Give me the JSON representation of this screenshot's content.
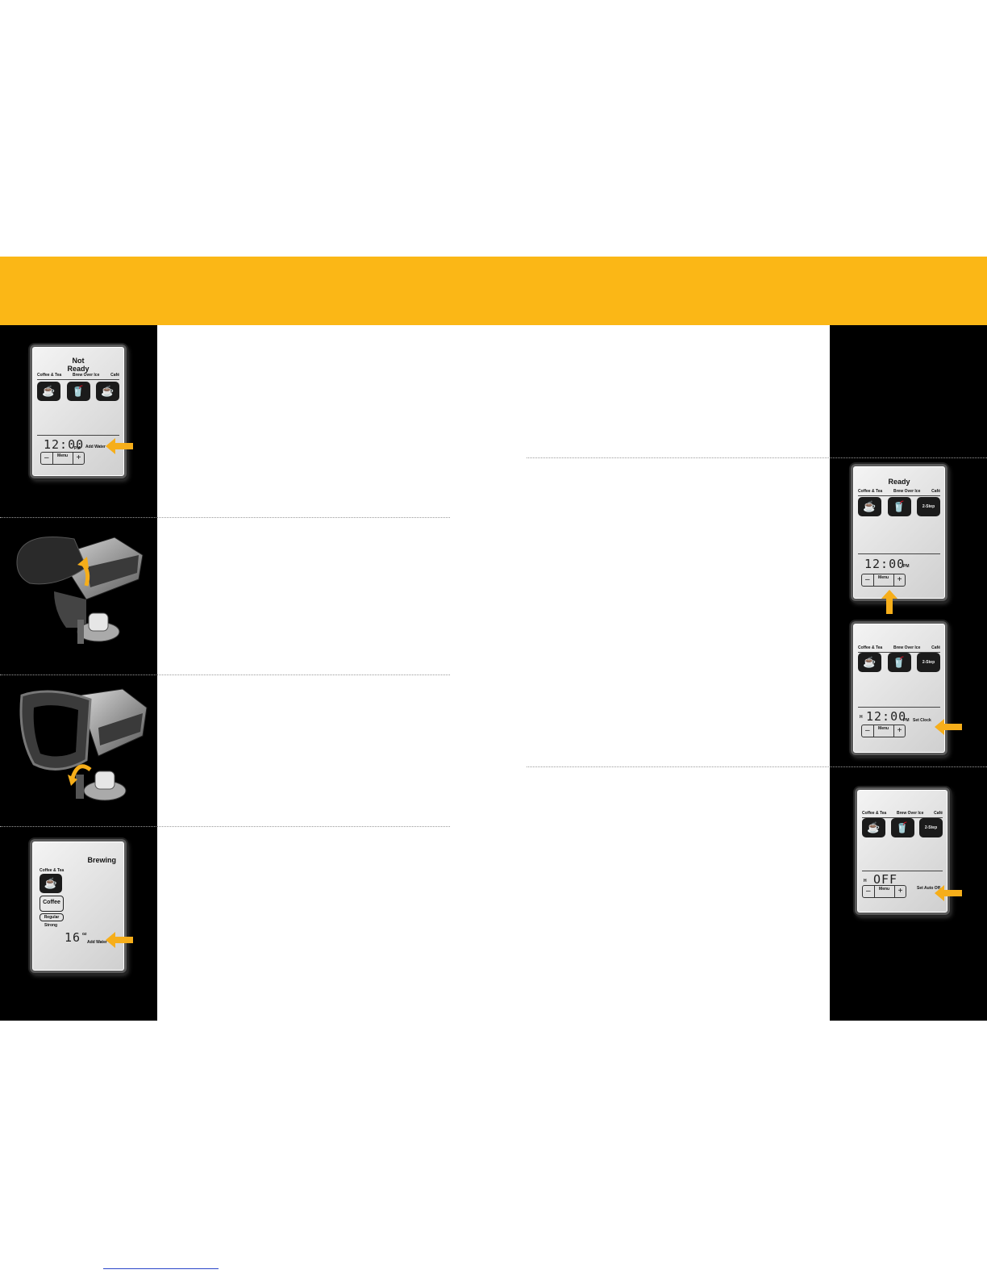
{
  "colors": {
    "banner": "#fbb716",
    "arrow": "#f6ae1a",
    "panel_bg": "#000000"
  },
  "panel1": {
    "status_line1": "Not",
    "status_line2": "Ready",
    "categories": [
      "Coffee & Tea",
      "Brew Over Ice",
      "Café"
    ],
    "time": "12:00",
    "ampm": "PM",
    "message": "Add Water",
    "minus": "–",
    "menu": "Menu",
    "plus": "+"
  },
  "panel4": {
    "status": "Brewing",
    "category": "Coffee & Tea",
    "drink": "Coffee",
    "strength_selected": "Regular",
    "strength_other": "Strong",
    "size": "16",
    "size_unit": "oz",
    "message": "Add Water"
  },
  "panel5": {
    "status": "Ready",
    "categories": [
      "Coffee & Tea",
      "Brew Over Ice",
      "Café"
    ],
    "cafe_badge": "2-Step",
    "time": "12:00",
    "ampm": "PM",
    "minus": "–",
    "menu": "Menu",
    "plus": "+"
  },
  "panel6": {
    "categories": [
      "Coffee & Tea",
      "Brew Over Ice",
      "Café"
    ],
    "cafe_badge": "2-Step",
    "indicator": "H",
    "time": "12:00",
    "ampm": "PM",
    "message": "Set Clock",
    "minus": "–",
    "menu": "Menu",
    "plus": "+"
  },
  "panel7": {
    "categories": [
      "Coffee & Tea",
      "Brew Over Ice",
      "Café"
    ],
    "cafe_badge": "2-Step",
    "indicator": "H",
    "value": "OFF",
    "message": "Set Auto Off",
    "minus": "–",
    "menu": "Menu",
    "plus": "+"
  }
}
